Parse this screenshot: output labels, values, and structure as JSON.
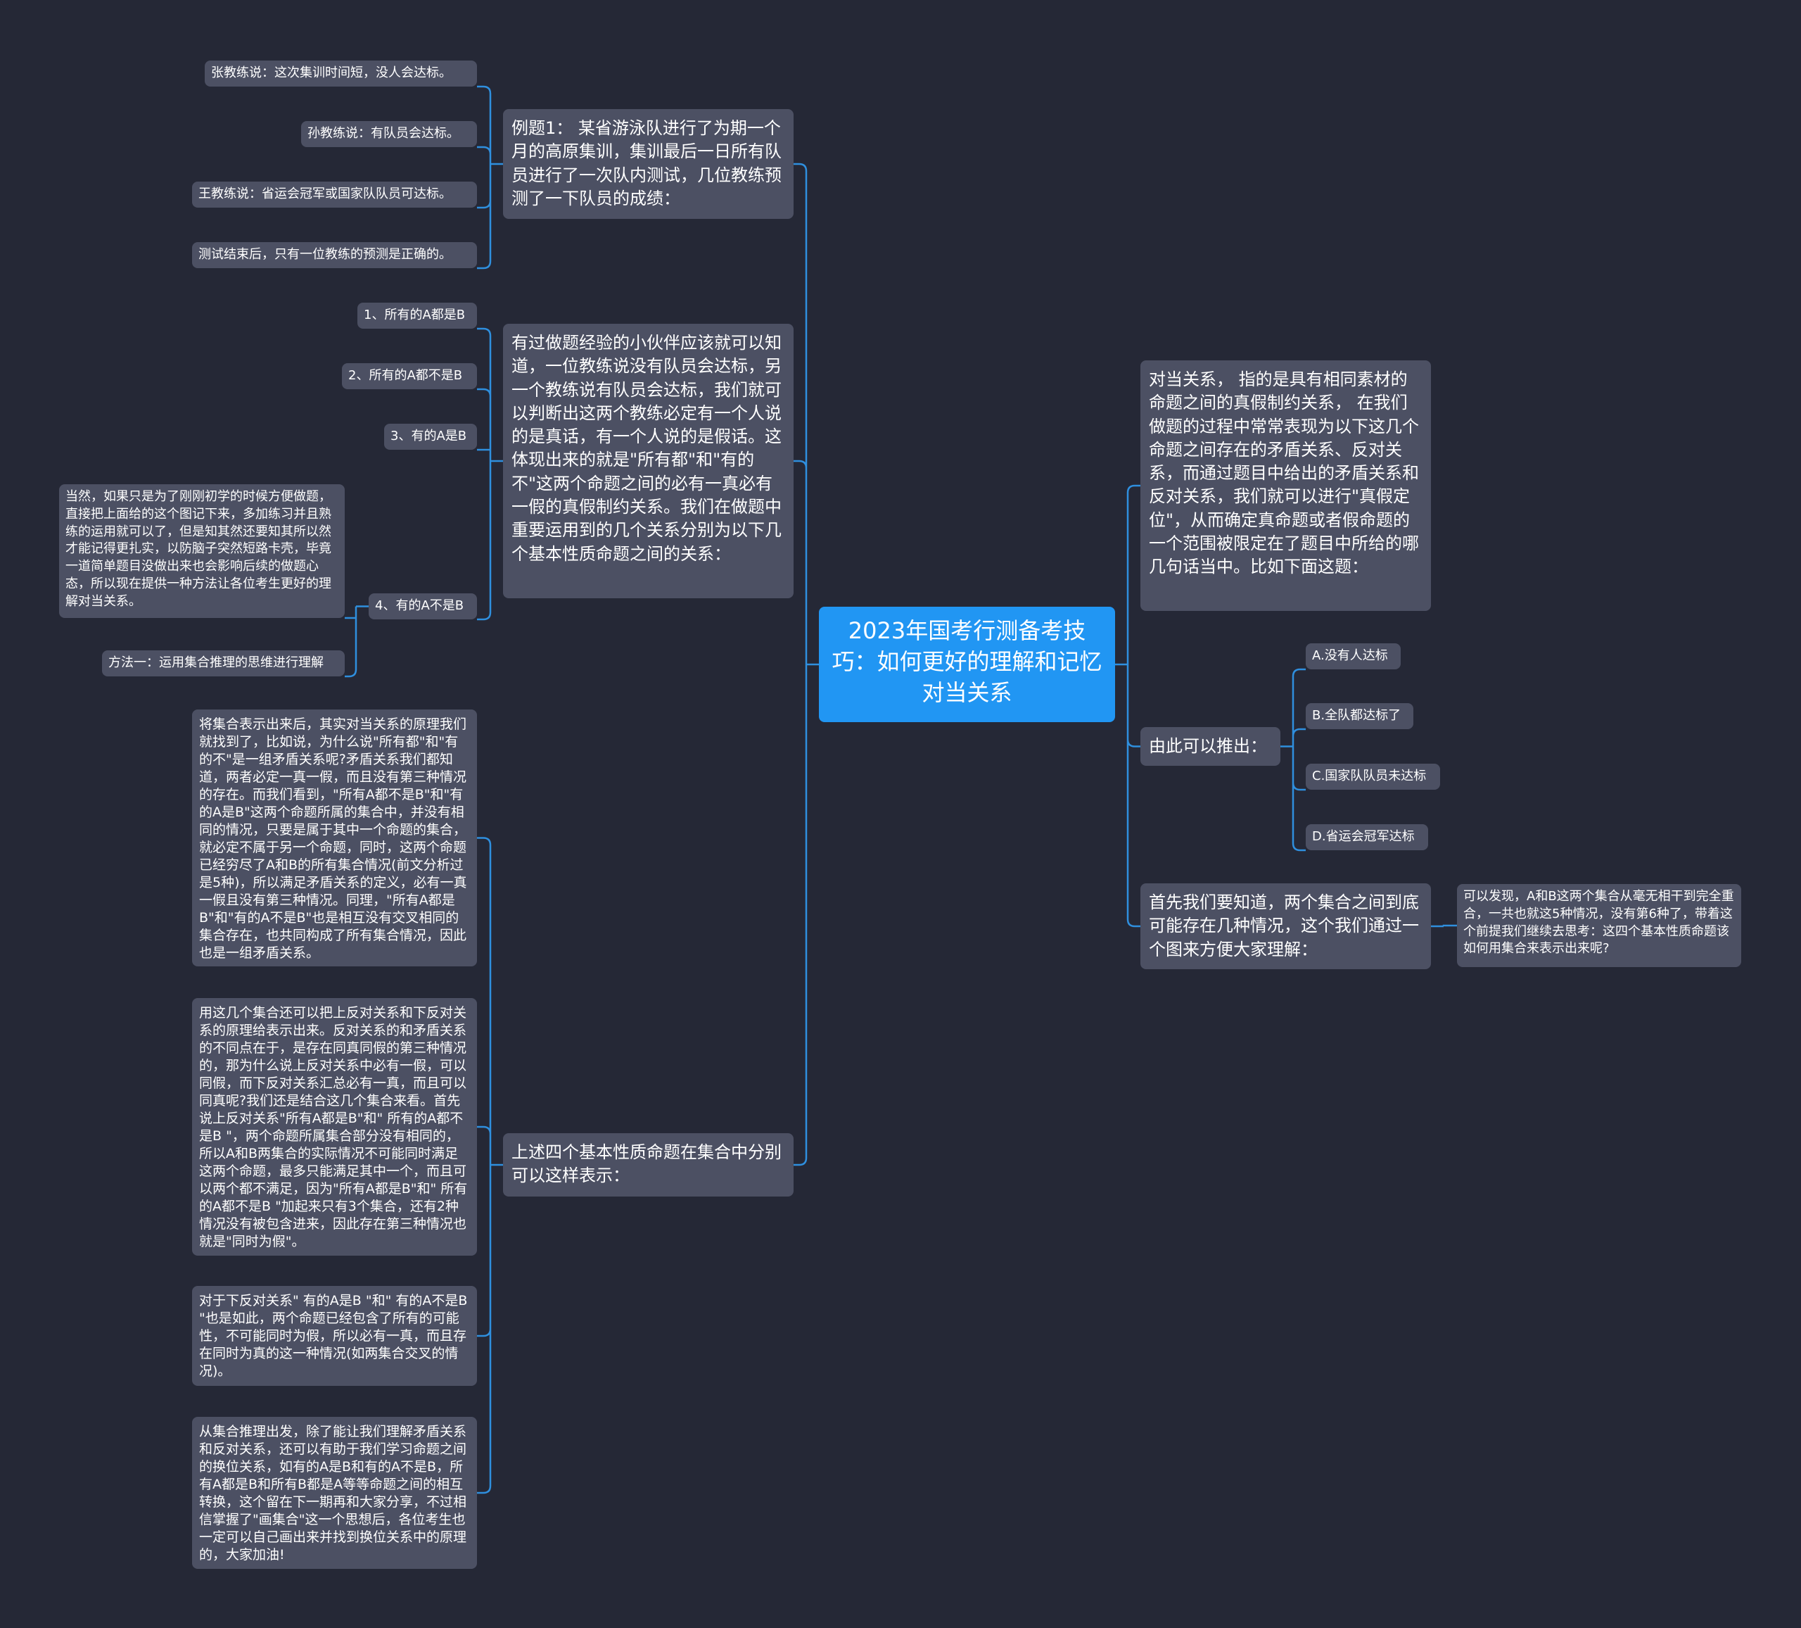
{
  "root": {
    "text": "2023年国考行测备考技巧：如何更好的理解和记忆对当关系"
  },
  "left": {
    "example": {
      "text": "例题1： 某省游泳队进行了为期一个月的高原集训，集训最后一日所有队员进行了一次队内测试，几位教练预测了一下队员的成绩：",
      "children": [
        "张教练说：这次集训时间短，没人会达标。",
        "孙教练说：有队员会达标。",
        "王教练说：省运会冠军或国家队队员可达标。",
        "测试结束后，只有一位教练的预测是正确的。"
      ]
    },
    "experience": {
      "text": "有过做题经验的小伙伴应该就可以知道，一位教练说没有队员会达标，另一个教练说有队员会达标，我们就可以判断出这两个教练必定有一个人说的是真话，有一个人说的是假话。这体现出来的就是\"所有都\"和\"有的不\"这两个命题之间的必有一真必有一假的真假制约关系。我们在做题中重要运用到的几个关系分别为以下几个基本性质命题之间的关系：",
      "children": [
        "1、所有的A都是B",
        "2、所有的A都不是B",
        "3、有的A是B",
        "4、有的A不是B"
      ],
      "sub4": [
        "当然，如果只是为了刚刚初学的时候方便做题，直接把上面给的这个图记下来，多加练习并且熟练的运用就可以了，但是知其然还要知其所以然才能记得更扎实，以防脑子突然短路卡壳，毕竟一道简单题目没做出来也会影响后续的做题心态，所以现在提供一种方法让各位考生更好的理解对当关系。",
        "方法一：运用集合推理的思维进行理解"
      ]
    },
    "sets": {
      "text": "上述四个基本性质命题在集合中分别可以这样表示：",
      "children": [
        "将集合表示出来后，其实对当关系的原理我们就找到了，比如说，为什么说\"所有都\"和\"有的不\"是一组矛盾关系呢?矛盾关系我们都知道，两者必定一真一假，而且没有第三种情况的存在。而我们看到，\"所有A都不是B\"和\"有的A是B\"这两个命题所属的集合中，并没有相同的情况，只要是属于其中一个命题的集合，就必定不属于另一个命题，同时，这两个命题已经穷尽了A和B的所有集合情况(前文分析过是5种)，所以满足矛盾关系的定义，必有一真一假且没有第三种情况。同理，\"所有A都是B\"和\"有的A不是B\"也是相互没有交叉相同的集合存在，也共同构成了所有集合情况，因此也是一组矛盾关系。",
        "用这几个集合还可以把上反对关系和下反对关系的原理给表示出来。反对关系的和矛盾关系的不同点在于，是存在同真同假的第三种情况的，那为什么说上反对关系中必有一假，可以同假，而下反对关系汇总必有一真，而且可以同真呢?我们还是结合这几个集合来看。首先说上反对关系\"所有A都是B\"和\" 所有的A都不是B \"，两个命题所属集合部分没有相同的，所以A和B两集合的实际情况不可能同时满足这两个命题，最多只能满足其中一个，而且可以两个都不满足，因为\"所有A都是B\"和\" 所有的A都不是B \"加起来只有3个集合，还有2种情况没有被包含进来，因此存在第三种情况也就是\"同时为假\"。",
        "对于下反对关系\" 有的A是B \"和\" 有的A不是B \"也是如此，两个命题已经包含了所有的可能性，不可能同时为假，所以必有一真，而且存在同时为真的这一种情况(如两集合交叉的情况)。",
        "从集合推理出发，除了能让我们理解矛盾关系和反对关系，还可以有助于我们学习命题之间的换位关系，如有的A是B和有的A不是B，所有A都是B和所有B都是A等等命题之间的相互转换，这个留在下一期再和大家分享，不过相信掌握了\"画集合\"这一个思想后，各位考生也一定可以自己画出来并找到换位关系中的原理的，大家加油!"
      ]
    }
  },
  "right": {
    "definition": {
      "text": "对当关系， 指的是具有相同素材的命题之间的真假制约关系， 在我们做题的过程中常常表现为以下这几个命题之间存在的矛盾关系、反对关系，而通过题目中给出的矛盾关系和反对关系，我们就可以进行\"真假定位\"，从而确定真命题或者假命题的一个范围被限定在了题目中所给的哪几句话当中。比如下面这题："
    },
    "deduce": {
      "text": "由此可以推出：",
      "children": [
        "A.没有人达标",
        "B.全队都达标了",
        "C.国家队队员未达标",
        "D.省运会冠军达标"
      ]
    },
    "first": {
      "text": "首先我们要知道，两个集合之间到底可能存在几种情况，这个我们通过一个图来方便大家理解：",
      "children": [
        "可以发现，A和B这两个集合从毫无相干到完全重合，一共也就这5种情况，没有第6种了，带着这个前提我们继续去思考：这四个基本性质命题该如何用集合来表示出来呢?"
      ]
    }
  },
  "colors": {
    "background": "#252836",
    "node": "#4c5063",
    "root": "#2196f3",
    "connector": "#2f8fde",
    "text": "#ffffff"
  }
}
